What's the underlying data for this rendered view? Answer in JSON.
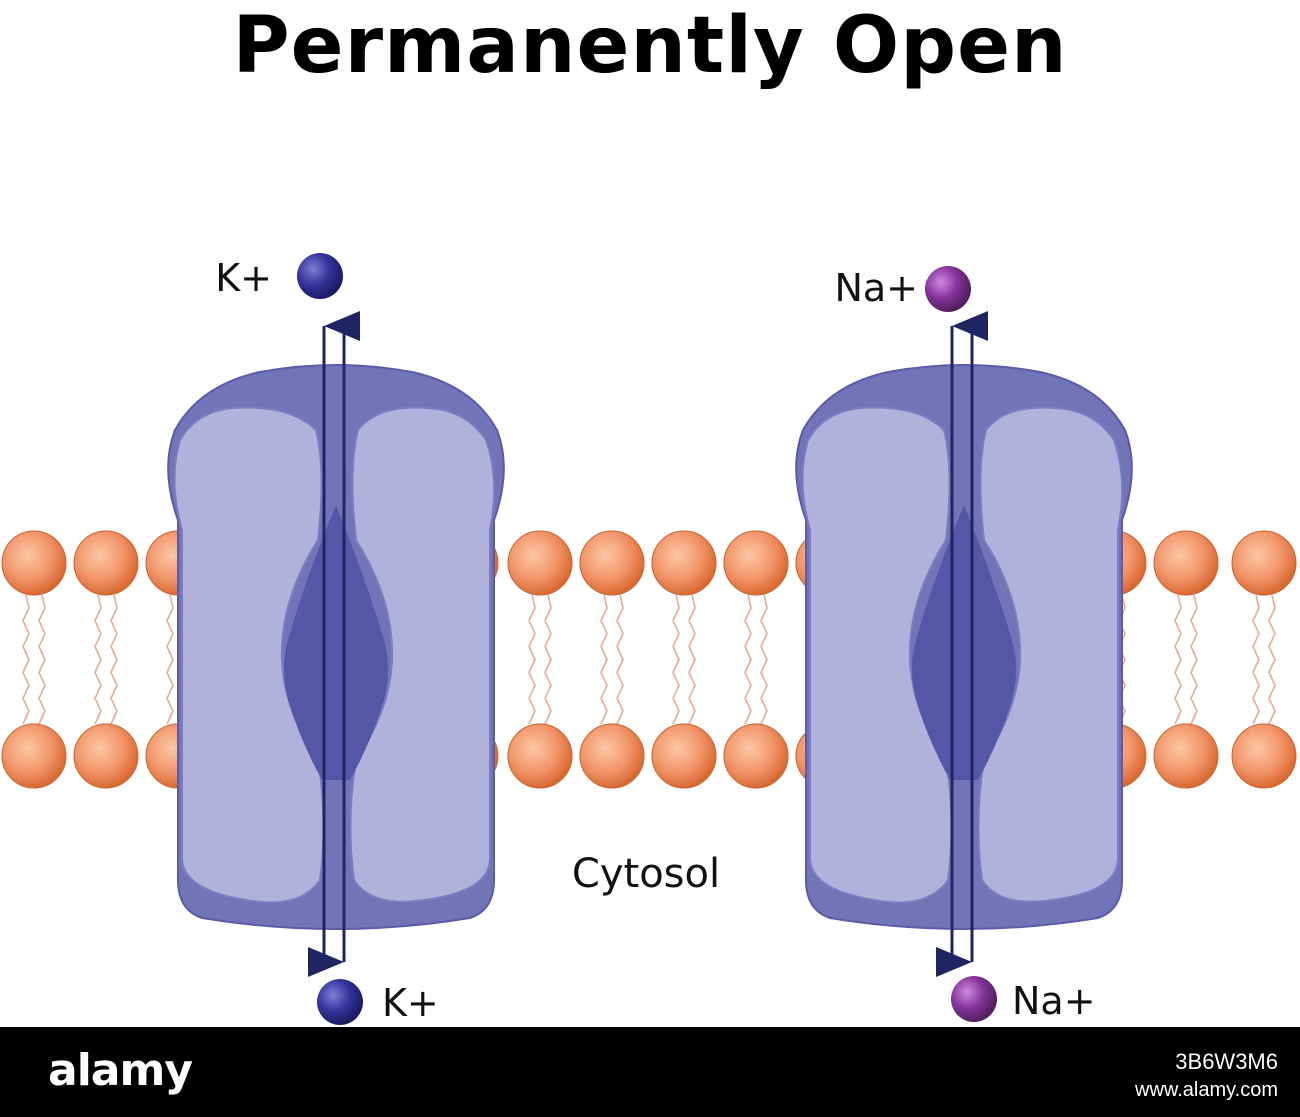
{
  "title": "Permanently Open",
  "cytosol_label": "Cytosol",
  "channels": [
    {
      "name": "potassium-channel",
      "ion_top": "K+",
      "ion_bottom": "K+",
      "ion_color": "#2e2e8e"
    },
    {
      "name": "sodium-channel",
      "ion_top": "Na+",
      "ion_bottom": "Na+",
      "ion_color": "#7a2d8c"
    }
  ],
  "colors": {
    "lipid_head": "#f08a55",
    "lipid_tail": "#e8a88a",
    "channel_body": "#7373b8",
    "channel_lobe": "#b1b1dc",
    "pore": "#5656a6",
    "arrow": "#1f2463"
  },
  "watermark": {
    "logo": "alamy",
    "image_id": "3B6W3M6",
    "url": "www.alamy.com"
  }
}
